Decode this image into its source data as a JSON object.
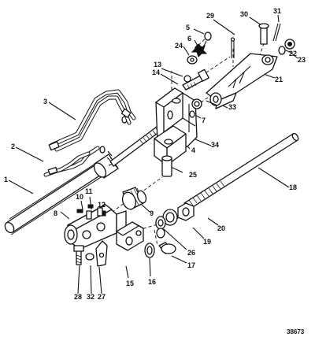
{
  "figure_number": "38673",
  "callouts": {
    "c1": "1",
    "c2": "2",
    "c3": "3",
    "c4": "4",
    "c5": "5",
    "c6": "6",
    "c7": "7",
    "c8": "8",
    "c9": "9",
    "c10": "10",
    "c11": "11",
    "c12": "12",
    "c13": "13",
    "c14": "14",
    "c15": "15",
    "c16": "16",
    "c17": "17",
    "c18": "18",
    "c19": "19",
    "c20": "20",
    "c21": "21",
    "c22": "22",
    "c23": "23",
    "c24": "24",
    "c25": "25",
    "c26": "26",
    "c27": "27",
    "c28": "28",
    "c29": "29",
    "c30": "30",
    "c31": "31",
    "c32": "32",
    "c33": "33",
    "c34": "34"
  }
}
